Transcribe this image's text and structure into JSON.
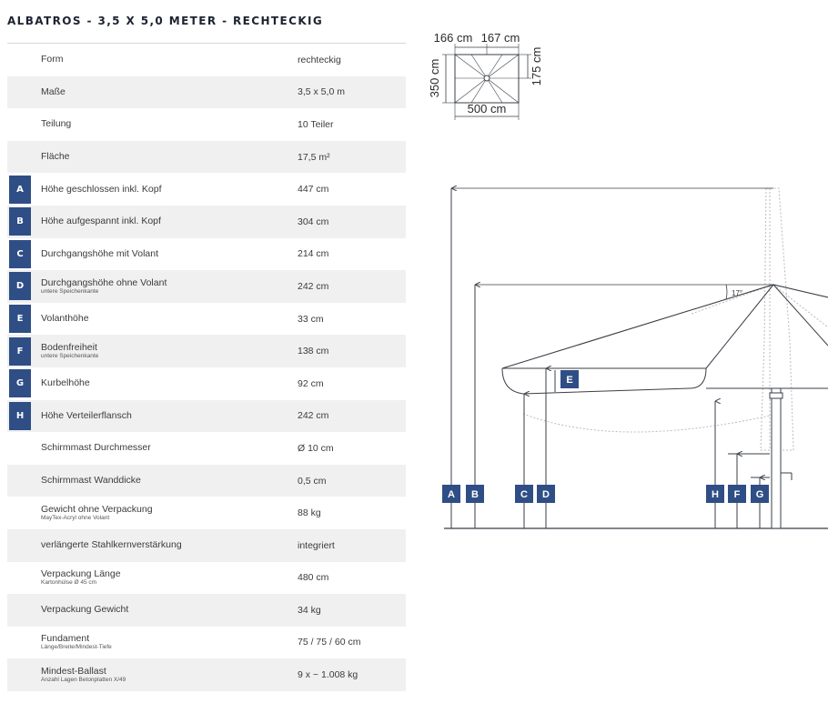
{
  "title": "ALBATROS - 3,5 X 5,0 METER - RECHTECKIG",
  "rows": [
    {
      "badge": "",
      "label": "Form",
      "sub": "",
      "value": "rechteckig"
    },
    {
      "badge": "",
      "label": "Maße",
      "sub": "",
      "value": "3,5 x 5,0 m"
    },
    {
      "badge": "",
      "label": "Teilung",
      "sub": "",
      "value": "10 Teiler"
    },
    {
      "badge": "",
      "label": "Fläche",
      "sub": "",
      "value": "17,5 m²"
    },
    {
      "badge": "A",
      "label": "Höhe geschlossen inkl. Kopf",
      "sub": "",
      "value": "447 cm"
    },
    {
      "badge": "B",
      "label": "Höhe aufgespannt inkl. Kopf",
      "sub": "",
      "value": "304 cm"
    },
    {
      "badge": "C",
      "label": "Durchgangshöhe mit Volant",
      "sub": "",
      "value": "214 cm"
    },
    {
      "badge": "D",
      "label": "Durchgangshöhe ohne Volant",
      "sub": "untere Speichenkante",
      "value": "242 cm"
    },
    {
      "badge": "E",
      "label": "Volanthöhe",
      "sub": "",
      "value": "33 cm"
    },
    {
      "badge": "F",
      "label": "Bodenfreiheit",
      "sub": "untere Speichenkante",
      "value": "138 cm"
    },
    {
      "badge": "G",
      "label": "Kurbelhöhe",
      "sub": "",
      "value": "92 cm"
    },
    {
      "badge": "H",
      "label": "Höhe Verteilerflansch",
      "sub": "",
      "value": "242 cm"
    },
    {
      "badge": "",
      "label": "Schirmmast Durchmesser",
      "sub": "",
      "value": "Ø 10 cm"
    },
    {
      "badge": "",
      "label": "Schirmmast Wanddicke",
      "sub": "",
      "value": "0,5 cm"
    },
    {
      "badge": "",
      "label": "Gewicht ohne Verpackung",
      "sub": "MayTex-Acryl ohne Volant",
      "value": "88 kg"
    },
    {
      "badge": "",
      "label": "verlängerte Stahlkernverstärkung",
      "sub": "",
      "value": "integriert"
    },
    {
      "badge": "",
      "label": "Verpackung Länge",
      "sub": "Kartonhülse Ø 45 cm",
      "value": "480 cm"
    },
    {
      "badge": "",
      "label": "Verpackung Gewicht",
      "sub": "",
      "value": "34 kg"
    },
    {
      "badge": "",
      "label": "Fundament",
      "sub": "Länge/Breite/Mindest-Tiefe",
      "value": "75 / 75 / 60 cm"
    },
    {
      "badge": "",
      "label": "Mindest-Ballast",
      "sub": "Anzahl Lagen Betonplatten X/49",
      "value": "9 x ~ 1.008 kg"
    }
  ],
  "top_view": {
    "dim_top_left": "166 cm",
    "dim_top_right": "167 cm",
    "dim_left": "350 cm",
    "dim_right": "175 cm",
    "dim_bottom": "500 cm"
  },
  "side_view": {
    "angle": "17°",
    "markers": {
      "A": "A",
      "B": "B",
      "C": "C",
      "D": "D",
      "E": "E",
      "F": "F",
      "G": "G",
      "H": "H"
    }
  },
  "colors": {
    "badge": "#2f4e86",
    "row_alt": "#f0f0f0",
    "line": "#3a3f47"
  }
}
